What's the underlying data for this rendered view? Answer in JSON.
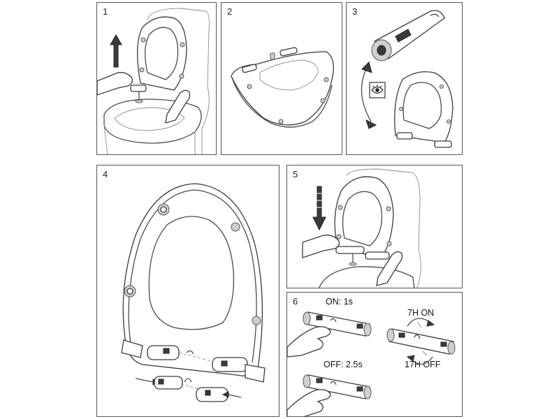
{
  "steps": [
    {
      "number": "1"
    },
    {
      "number": "2"
    },
    {
      "number": "3"
    },
    {
      "number": "4"
    },
    {
      "number": "5"
    },
    {
      "number": "6"
    }
  ],
  "step6": {
    "on_label": "ON: 1s",
    "off_label": "OFF: 2.5s",
    "seven_h_on": "7H ON",
    "seventeen_h_off": "17H OFF"
  },
  "icons": [
    "up-arrow-icon",
    "down-arrow-icon",
    "eye-icon",
    "rotate-arrow-icon",
    "hand-icon"
  ]
}
